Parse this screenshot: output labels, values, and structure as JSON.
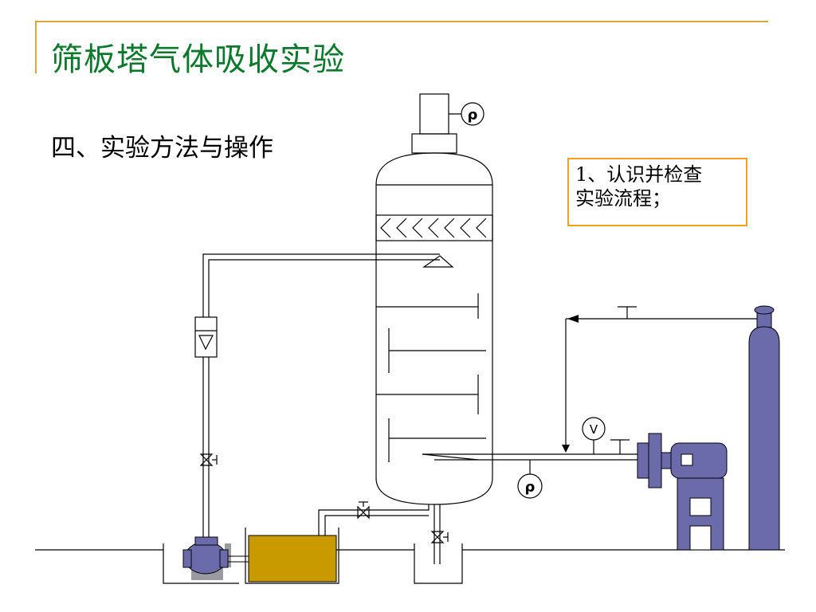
{
  "slide": {
    "title": "筛板塔气体吸收实验",
    "subtitle": "四、实验方法与操作"
  },
  "note": {
    "line1": "1、认识并检查",
    "line2": "实验流程；"
  },
  "instruments": {
    "density_symbol": "ρ",
    "volume_symbol": "V"
  },
  "colors": {
    "title": "#0a7a2a",
    "frame_line": "#d4aa3a",
    "note_border": "#f0a020",
    "equipment": "#6b6bab",
    "tank_liquid": "#c99900"
  }
}
